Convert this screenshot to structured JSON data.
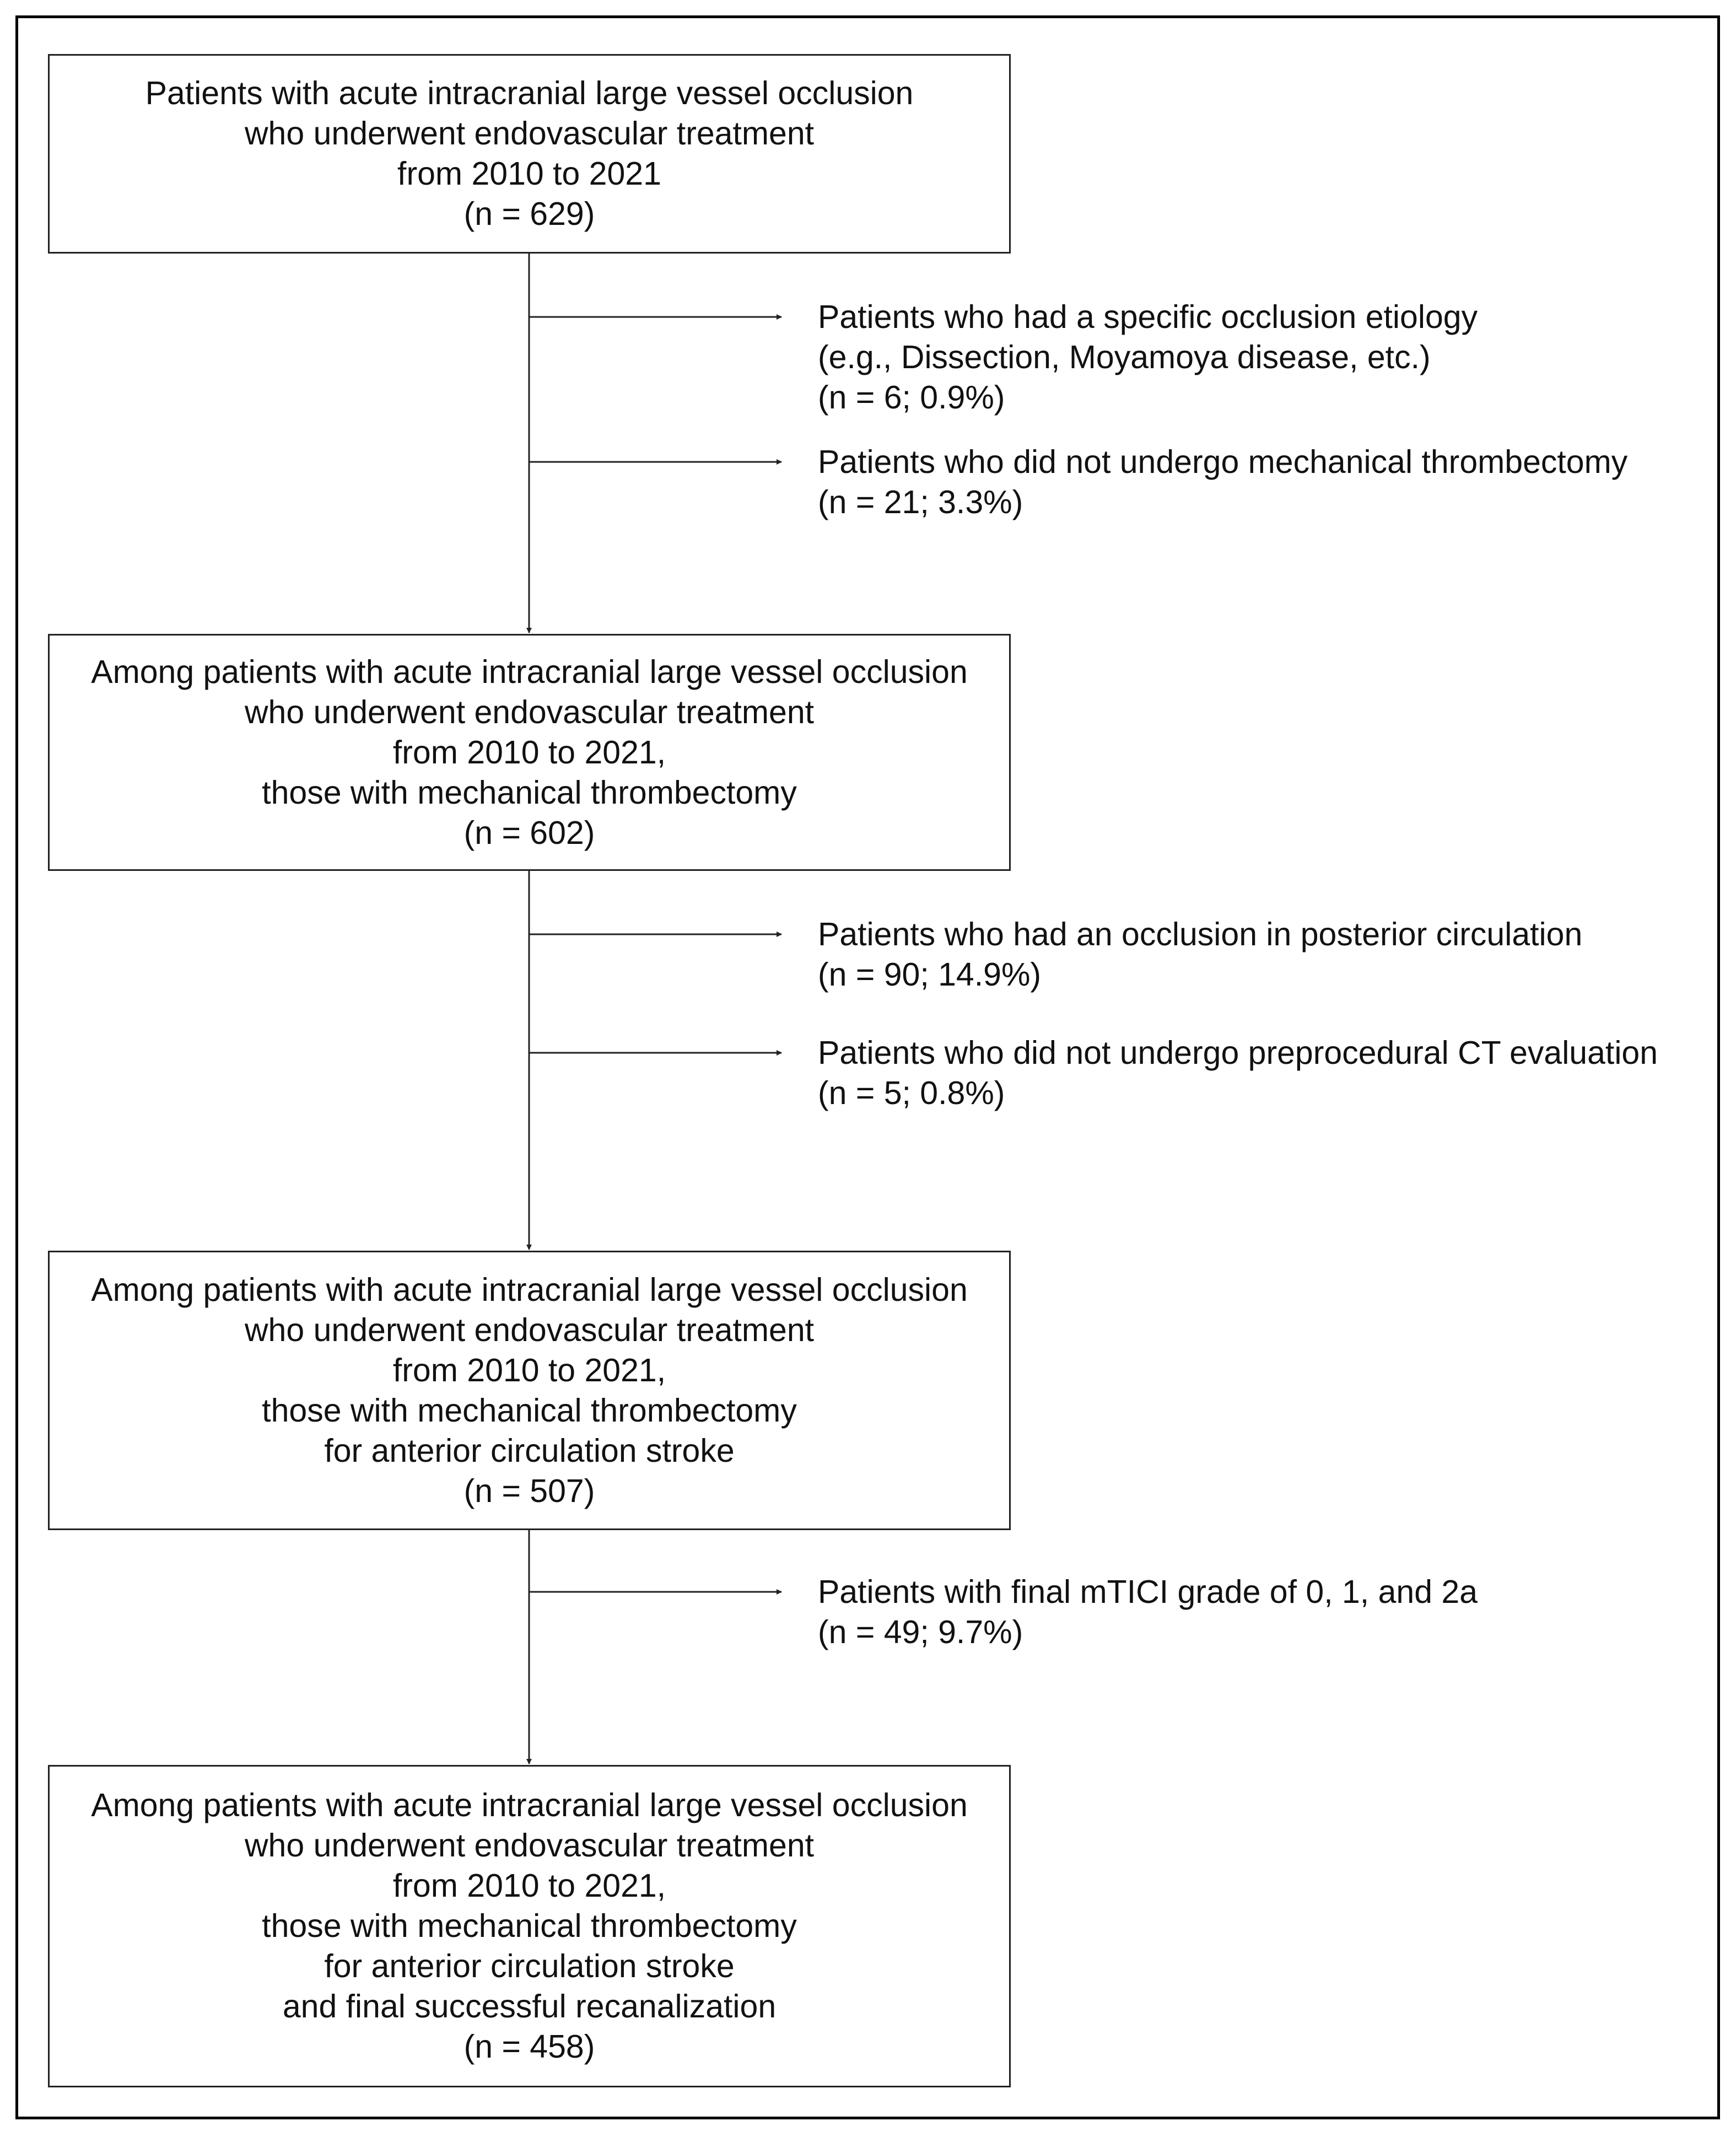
{
  "boxes": [
    {
      "lines": [
        "Patients with acute intracranial large vessel occlusion",
        "who underwent endovascular treatment",
        "from 2010 to 2021",
        "(n = 629)"
      ]
    },
    {
      "lines": [
        "Among patients with acute intracranial large vessel occlusion",
        "who underwent endovascular treatment",
        "from 2010 to 2021,",
        "those with mechanical thrombectomy",
        "(n = 602)"
      ]
    },
    {
      "lines": [
        "Among patients with acute intracranial large vessel occlusion",
        "who underwent endovascular treatment",
        "from 2010 to 2021,",
        "those with mechanical thrombectomy",
        "for anterior circulation stroke",
        "(n = 507)"
      ]
    },
    {
      "lines": [
        "Among patients with acute intracranial large vessel occlusion",
        "who underwent endovascular treatment",
        "from 2010 to 2021,",
        "those with mechanical thrombectomy",
        "for anterior circulation stroke",
        "and final successful recanalization",
        "(n = 458)"
      ]
    }
  ],
  "exclusions": [
    {
      "lines": [
        "Patients who had a specific occlusion etiology",
        "(e.g., Dissection, Moyamoya disease, etc.)",
        "(n = 6; 0.9%)"
      ]
    },
    {
      "lines": [
        "Patients who did not undergo mechanical thrombectomy",
        "(n = 21; 3.3%)"
      ]
    },
    {
      "lines": [
        "Patients who had an occlusion in posterior circulation",
        "(n = 90; 14.9%)"
      ]
    },
    {
      "lines": [
        "Patients who did not undergo preprocedural CT evaluation",
        "(n = 5; 0.8%)"
      ]
    },
    {
      "lines": [
        "Patients with final mTICI grade of 0, 1, and 2a",
        "(n = 49; 9.7%)"
      ]
    }
  ]
}
